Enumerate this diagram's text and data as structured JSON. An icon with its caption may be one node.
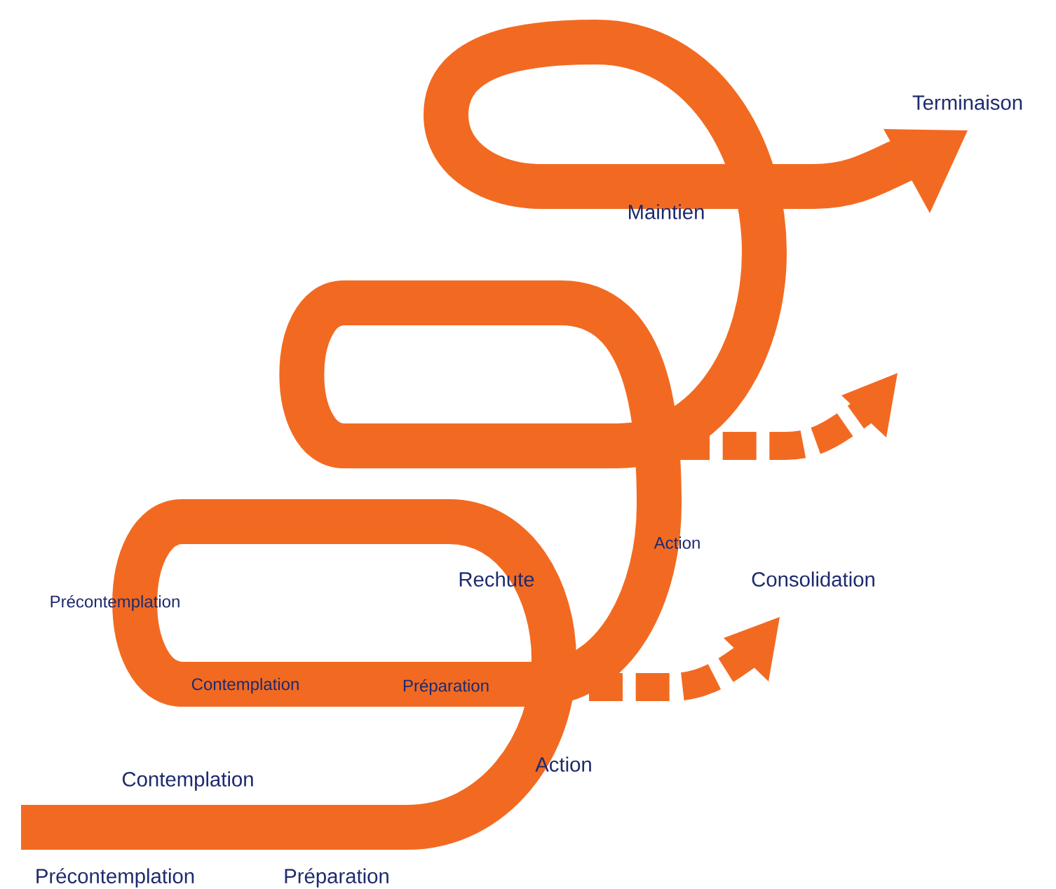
{
  "diagram": {
    "labels": [
      "Terminaison",
      "Maintien",
      "Action",
      "Rechute",
      "Consolidation",
      "Précontemplation",
      "Contemplation",
      "Préparation",
      "Action",
      "Contemplation",
      "Précontemplation",
      "Préparation"
    ]
  }
}
